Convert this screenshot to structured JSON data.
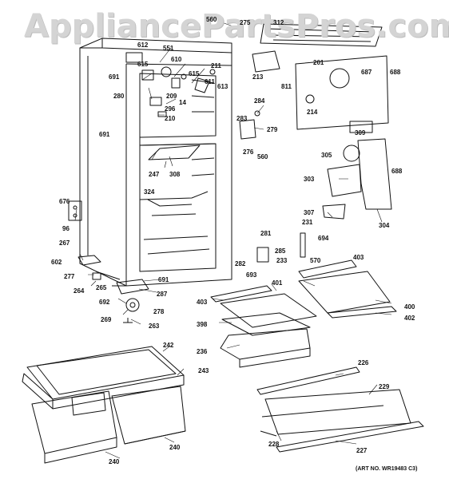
{
  "watermark": "AppliancePartsPros.com",
  "art_number": "(ART NO. WR19483 C3)",
  "part_labels": [
    "560",
    "275",
    "312",
    "612",
    "551",
    "615",
    "610",
    "691",
    "211",
    "615",
    "611",
    "613",
    "213",
    "201",
    "687",
    "688",
    "811",
    "280",
    "209",
    "14",
    "296",
    "210",
    "284",
    "279",
    "214",
    "283",
    "276",
    "560",
    "309",
    "305",
    "688",
    "691",
    "247",
    "308",
    "324",
    "303",
    "676",
    "96",
    "267",
    "231",
    "281",
    "285",
    "307",
    "304",
    "694",
    "602",
    "277",
    "264",
    "265",
    "282",
    "693",
    "233",
    "570",
    "403",
    "691",
    "287",
    "692",
    "278",
    "269",
    "263",
    "401",
    "403",
    "400",
    "398",
    "402",
    "236",
    "242",
    "243",
    "226",
    "229",
    "228",
    "227",
    "240",
    "240"
  ]
}
